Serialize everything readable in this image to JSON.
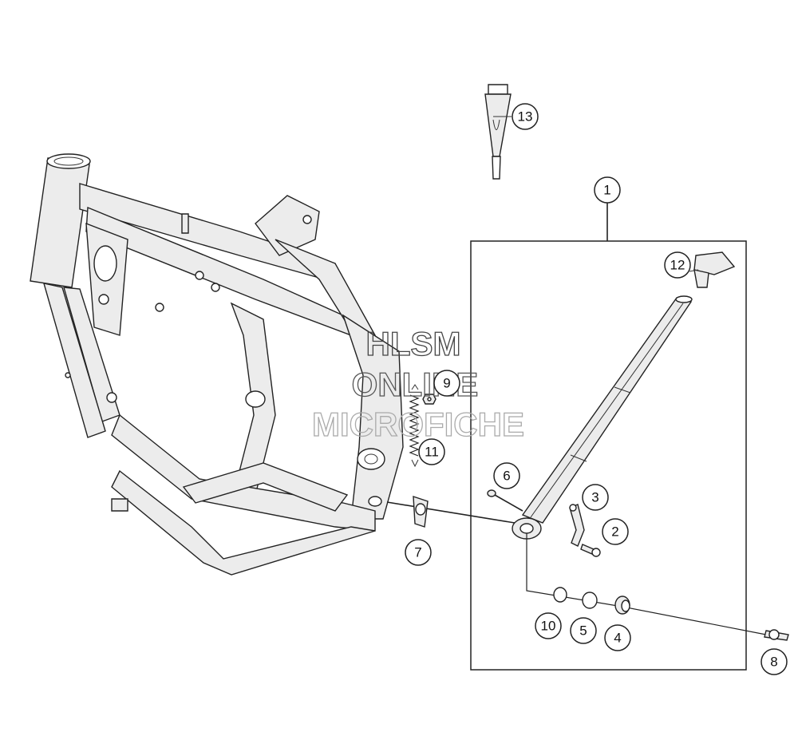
{
  "callouts": [
    {
      "id": "1",
      "label": "1"
    },
    {
      "id": "2",
      "label": "2"
    },
    {
      "id": "3",
      "label": "3"
    },
    {
      "id": "4",
      "label": "4"
    },
    {
      "id": "5",
      "label": "5"
    },
    {
      "id": "6",
      "label": "6"
    },
    {
      "id": "7",
      "label": "7"
    },
    {
      "id": "8",
      "label": "8"
    },
    {
      "id": "9",
      "label": "9"
    },
    {
      "id": "10",
      "label": "10"
    },
    {
      "id": "11",
      "label": "11"
    },
    {
      "id": "12",
      "label": "12"
    },
    {
      "id": "13",
      "label": "13"
    }
  ],
  "watermark": {
    "line1": "HLSM",
    "line2": "ONLINE",
    "line3": "MICROFICHE"
  },
  "colors": {
    "line": "#222222",
    "watermark_dark": "#555555",
    "watermark_light": "#bbbbbb"
  }
}
